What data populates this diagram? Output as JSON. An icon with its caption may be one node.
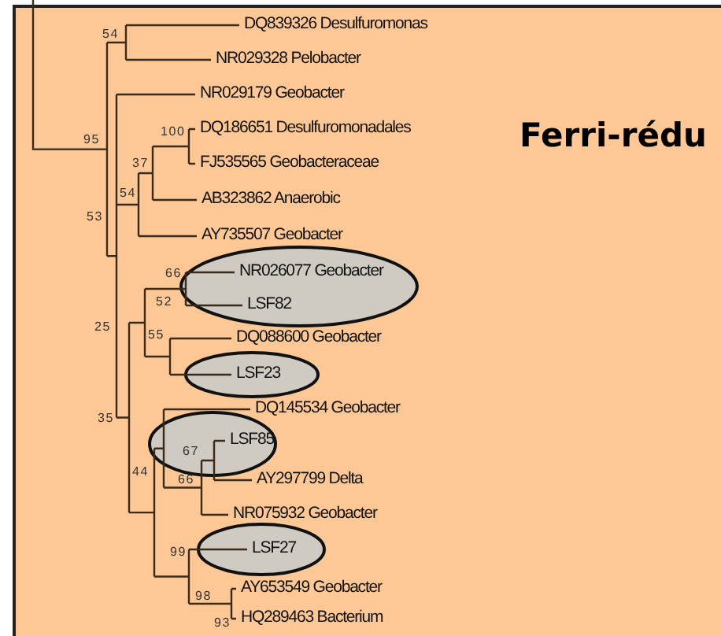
{
  "diagram": {
    "title": "Ferri-rédu",
    "labels": [
      "54",
      "DQ839326 Desulfuromonas",
      "NR029328 Pelobacter",
      "NR029179 Geobacter",
      "95",
      "100",
      "DQ186651 Desulfuromonadales",
      "37",
      "FJ535565 Geobacteraceae",
      "54",
      "AB323862 Anaerobic",
      "53",
      "AY735507 Geobacter",
      "66",
      "NR026077 Geobacter",
      "52",
      "LSF82",
      "25",
      "55",
      "DQ088600 Geobacter",
      "LSF23",
      "DQ145534 Geobacter",
      "35",
      "67",
      "LSF85",
      "66",
      "AY297799 Delta",
      "44",
      "NR075932 Geobacter",
      "99",
      "LSF27",
      "98",
      "AY653549 Geobacter",
      "93",
      "HQ289463 Bacterium"
    ]
  }
}
